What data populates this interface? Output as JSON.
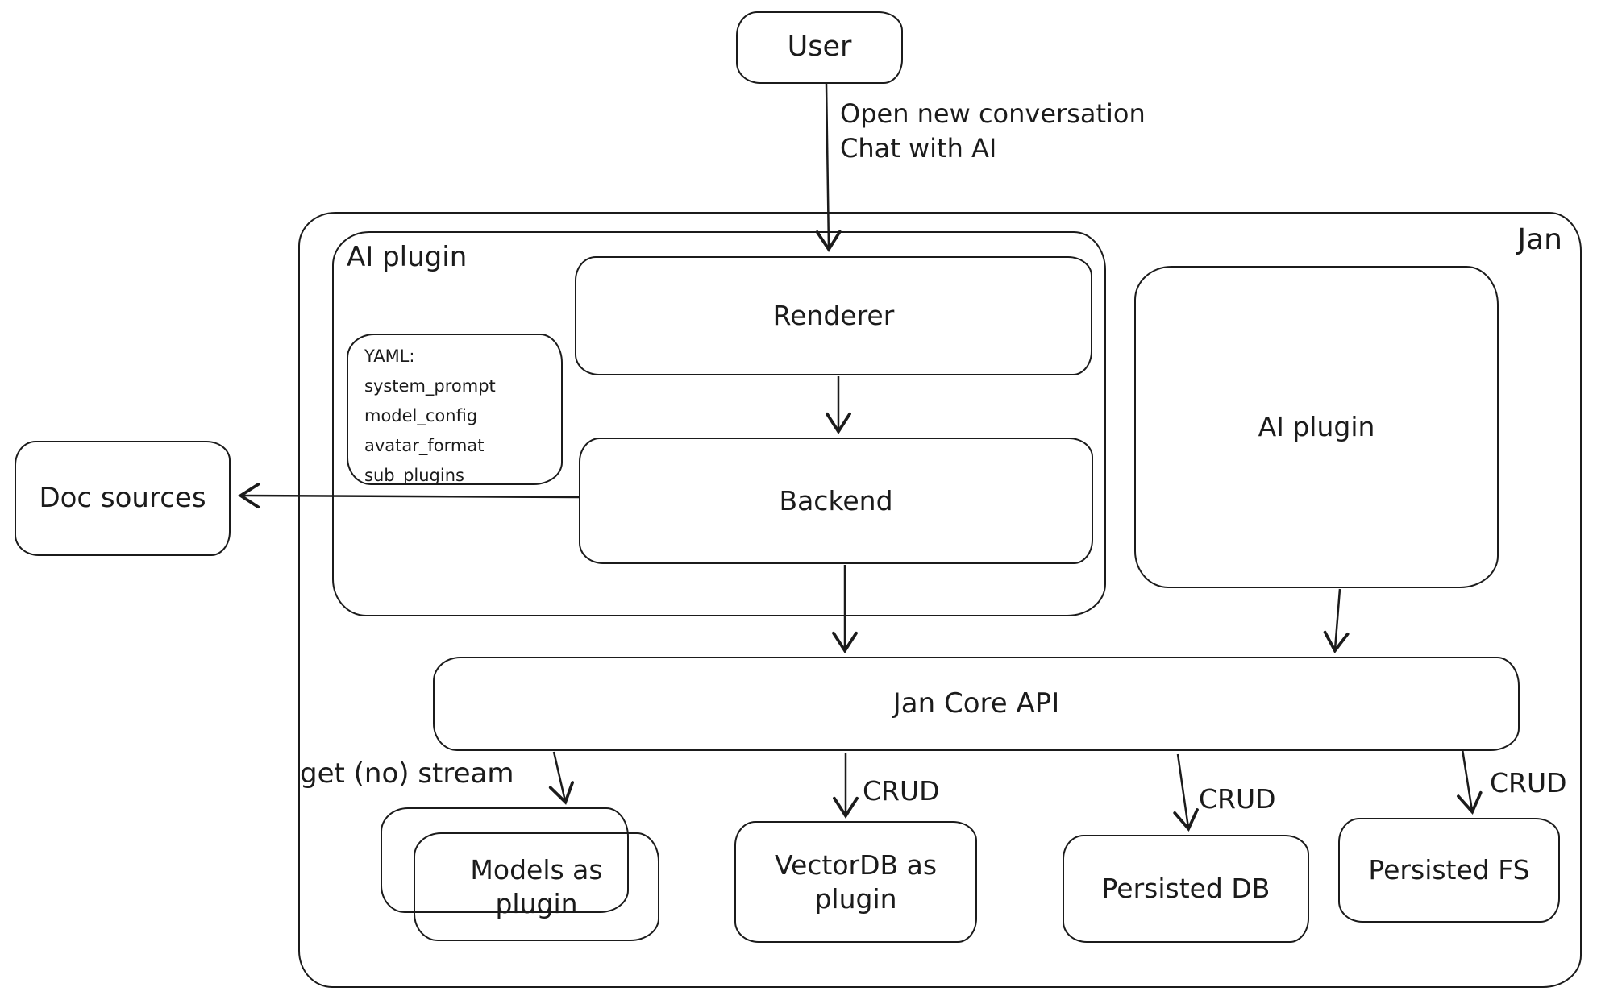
{
  "diagram": {
    "container_label": "Jan",
    "nodes": {
      "user": {
        "label": "User"
      },
      "ai_plugin_container": {
        "label": "AI plugin"
      },
      "renderer": {
        "label": "Renderer"
      },
      "yaml_note": {
        "lines": [
          "YAML:",
          "system_prompt",
          "model_config",
          "avatar_format",
          "sub_plugins"
        ]
      },
      "backend": {
        "label": "Backend"
      },
      "doc_sources": {
        "label": "Doc sources"
      },
      "ai_plugin_right": {
        "label": "AI plugin"
      },
      "jan_core_api": {
        "label": "Jan Core API"
      },
      "models_as_plugin": {
        "label": "Models as plugin"
      },
      "vectordb_as_plugin": {
        "label": "VectorDB as plugin"
      },
      "persisted_db": {
        "label": "Persisted DB"
      },
      "persisted_fs": {
        "label": "Persisted FS"
      }
    },
    "edge_labels": {
      "user_to_renderer": {
        "lines": [
          "Open new conversation",
          "Chat with AI"
        ]
      },
      "core_to_models": "get (no) stream",
      "core_to_vectordb": "CRUD",
      "core_to_persisted_db": "CRUD",
      "core_to_persisted_fs": "CRUD"
    },
    "colors": {
      "stroke": "#1b1b1b",
      "background": "#ffffff"
    }
  }
}
